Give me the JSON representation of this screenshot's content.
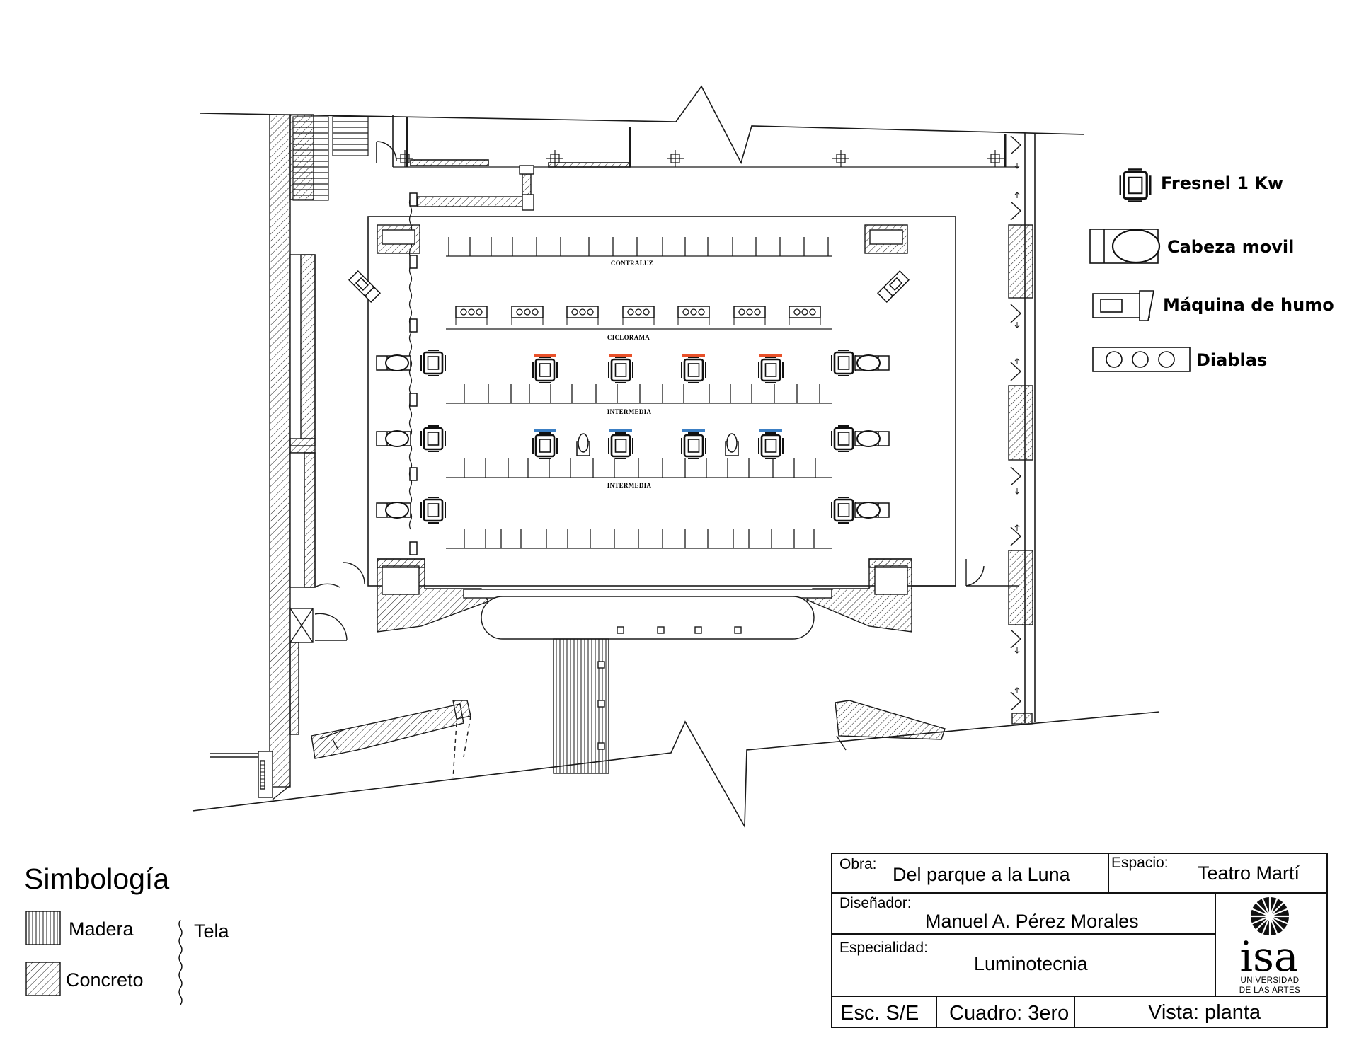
{
  "stage_labels": {
    "contraluz": "CONTRALUZ",
    "ciclorama": "CICLORAMA",
    "intermedia_1": "INTERMEDIA",
    "intermedia_2": "INTERMEDIA"
  },
  "legend": {
    "fresnel": "Fresnel 1 Kw",
    "cabeza": "Cabeza movil",
    "humo": "Máquina de humo",
    "diablas": "Diablas"
  },
  "symbology": {
    "title": "Simbología",
    "madera": "Madera",
    "tela": "Tela",
    "concreto": "Concreto"
  },
  "title_block": {
    "obra_label": "Obra:",
    "obra_value": "Del parque a la Luna",
    "espacio_label": "Espacio:",
    "espacio_value": "Teatro Martí",
    "disenador_label": "Diseñador:",
    "disenador_value": "Manuel A. Pérez Morales",
    "especialidad_label": "Especialidad:",
    "especialidad_value": "Luminotecnia",
    "escala": "Esc. S/E",
    "cuadro": "Cuadro: 3ero",
    "vista": "Vista: planta",
    "logo_text": "isa",
    "logo_sub_1": "UNIVERSIDAD",
    "logo_sub_2": "DE LAS ARTES"
  },
  "colors": {
    "line": "#1a1a1a",
    "warm_filter": "#e8512a",
    "cool_filter": "#3b7fc4"
  }
}
